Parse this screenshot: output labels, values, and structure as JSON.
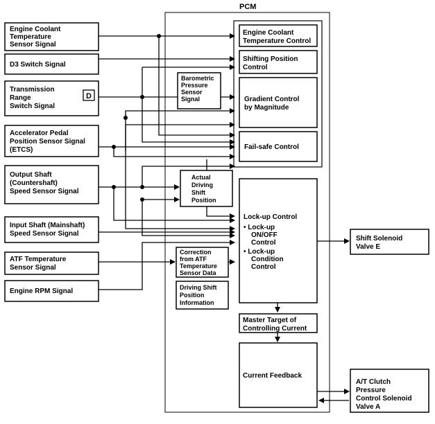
{
  "pcm_title": "PCM",
  "inputs": {
    "ect": [
      "Engine Coolant",
      "Temperature",
      "Sensor Signal"
    ],
    "d3": [
      "D3 Switch Signal"
    ],
    "trs": [
      "Transmission",
      "Range",
      "Switch Signal"
    ],
    "trs_badge": "D",
    "app": [
      "Accelerator Pedal",
      "Position Sensor Signal",
      "(ETCS)"
    ],
    "oss": [
      "Output Shaft",
      "(Countershaft)",
      "Speed Sensor Signal"
    ],
    "iss": [
      "Input Shaft (Mainshaft)",
      "Speed Sensor Signal"
    ],
    "atf": [
      "ATF Temperature",
      "Sensor Signal"
    ],
    "rpm": [
      "Engine RPM Signal"
    ]
  },
  "pcm_blocks": {
    "ect_control": [
      "Engine Coolant",
      "Temperature Control"
    ],
    "shift_position": [
      "Shifting Position",
      "Control"
    ],
    "baro": [
      "Barometric",
      "Pressure",
      "Sensor",
      "Signal"
    ],
    "gradient": [
      "Gradient Control",
      "by Magnitude"
    ],
    "failsafe": [
      "Fail-safe Control"
    ],
    "actual": [
      "Actual",
      "Driving",
      "Shift",
      "Position"
    ],
    "lockup": [
      "Lock-up Control",
      "• Lock-up",
      "ON/OFF",
      "Control",
      "• Lock-up",
      "Condition",
      "Control"
    ],
    "correction": [
      "Correction",
      "from ATF",
      "Temperature",
      "Sensor Data"
    ],
    "driving_info": [
      "Driving Shift",
      "Position",
      "Information"
    ],
    "master_target": [
      "Master Target of",
      "Controlling Current"
    ],
    "feedback": [
      "Current Feedback"
    ]
  },
  "outputs": {
    "solenoid_e": [
      "Shift Solenoid",
      "Valve E"
    ],
    "clutch": [
      "A/T Clutch",
      "Pressure",
      "Control Solenoid",
      "Valve A"
    ]
  }
}
